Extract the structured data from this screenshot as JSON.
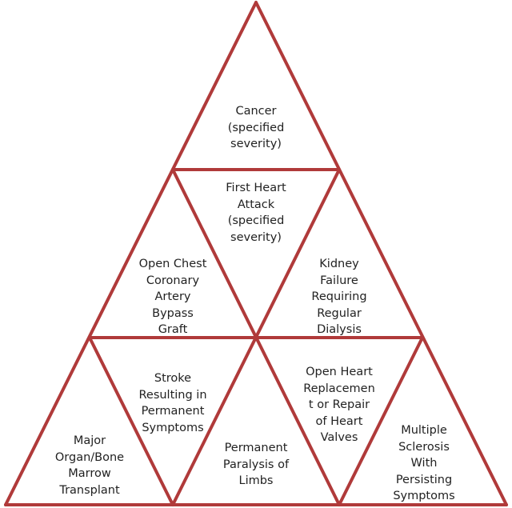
{
  "colors": {
    "edge": "#b03a3a",
    "text": "#222222",
    "background": "#ffffff"
  },
  "cells": {
    "cancer": [
      "Cancer",
      "(specified",
      "severity)"
    ],
    "first_heart_attack": [
      "First Heart",
      "Attack",
      "(specified",
      "severity)"
    ],
    "open_chest_cabg": [
      "Open Chest",
      "Coronary",
      "Artery",
      "Bypass",
      "Graft"
    ],
    "kidney_failure": [
      "Kidney",
      "Failure",
      "Requiring",
      "Regular",
      "Dialysis"
    ],
    "major_organ_transplant": [
      "Major",
      "Organ/Bone",
      "Marrow",
      "Transplant"
    ],
    "stroke": [
      "Stroke",
      "Resulting in",
      "Permanent",
      "Symptoms"
    ],
    "permanent_paralysis": [
      "Permanent",
      "Paralysis of",
      "Limbs"
    ],
    "open_heart_valve": [
      "Open Heart",
      "Replacemen",
      "t or Repair",
      "of Heart",
      "Valves"
    ],
    "multiple_sclerosis": [
      "Multiple",
      "Sclerosis",
      "With",
      "Persisting",
      "Symptoms"
    ]
  }
}
